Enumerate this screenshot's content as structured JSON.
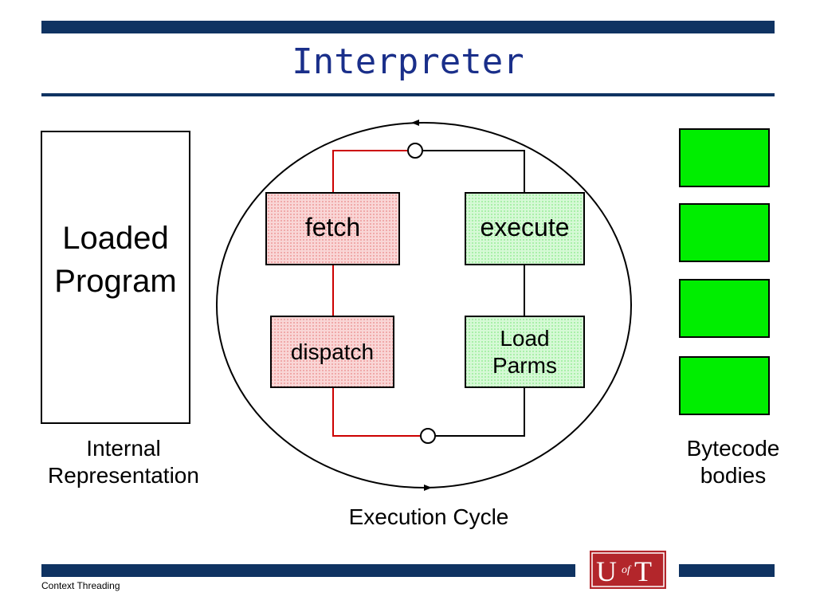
{
  "title": "Interpreter",
  "loaded_program": {
    "line1": "Loaded",
    "line2": "Program"
  },
  "captions": {
    "left_line1": "Internal",
    "left_line2": "Representation",
    "right_line1": "Bytecode",
    "right_line2": "bodies",
    "cycle": "Execution Cycle"
  },
  "stages": {
    "fetch": "fetch",
    "execute": "execute",
    "dispatch": "dispatch",
    "load_parms_line1": "Load",
    "load_parms_line2": "Parms"
  },
  "footer": "Context Threading",
  "logo": {
    "u": "U",
    "of": "of",
    "t": "T"
  },
  "colors": {
    "navy": "#0f3362",
    "title_blue": "#1a2f8a",
    "red_path": "#cc0000",
    "pink_fill": "#f7c9c9",
    "green_fill": "#c9f7c9",
    "bytecode_green": "#00ee00",
    "logo_red": "#b3262b"
  }
}
